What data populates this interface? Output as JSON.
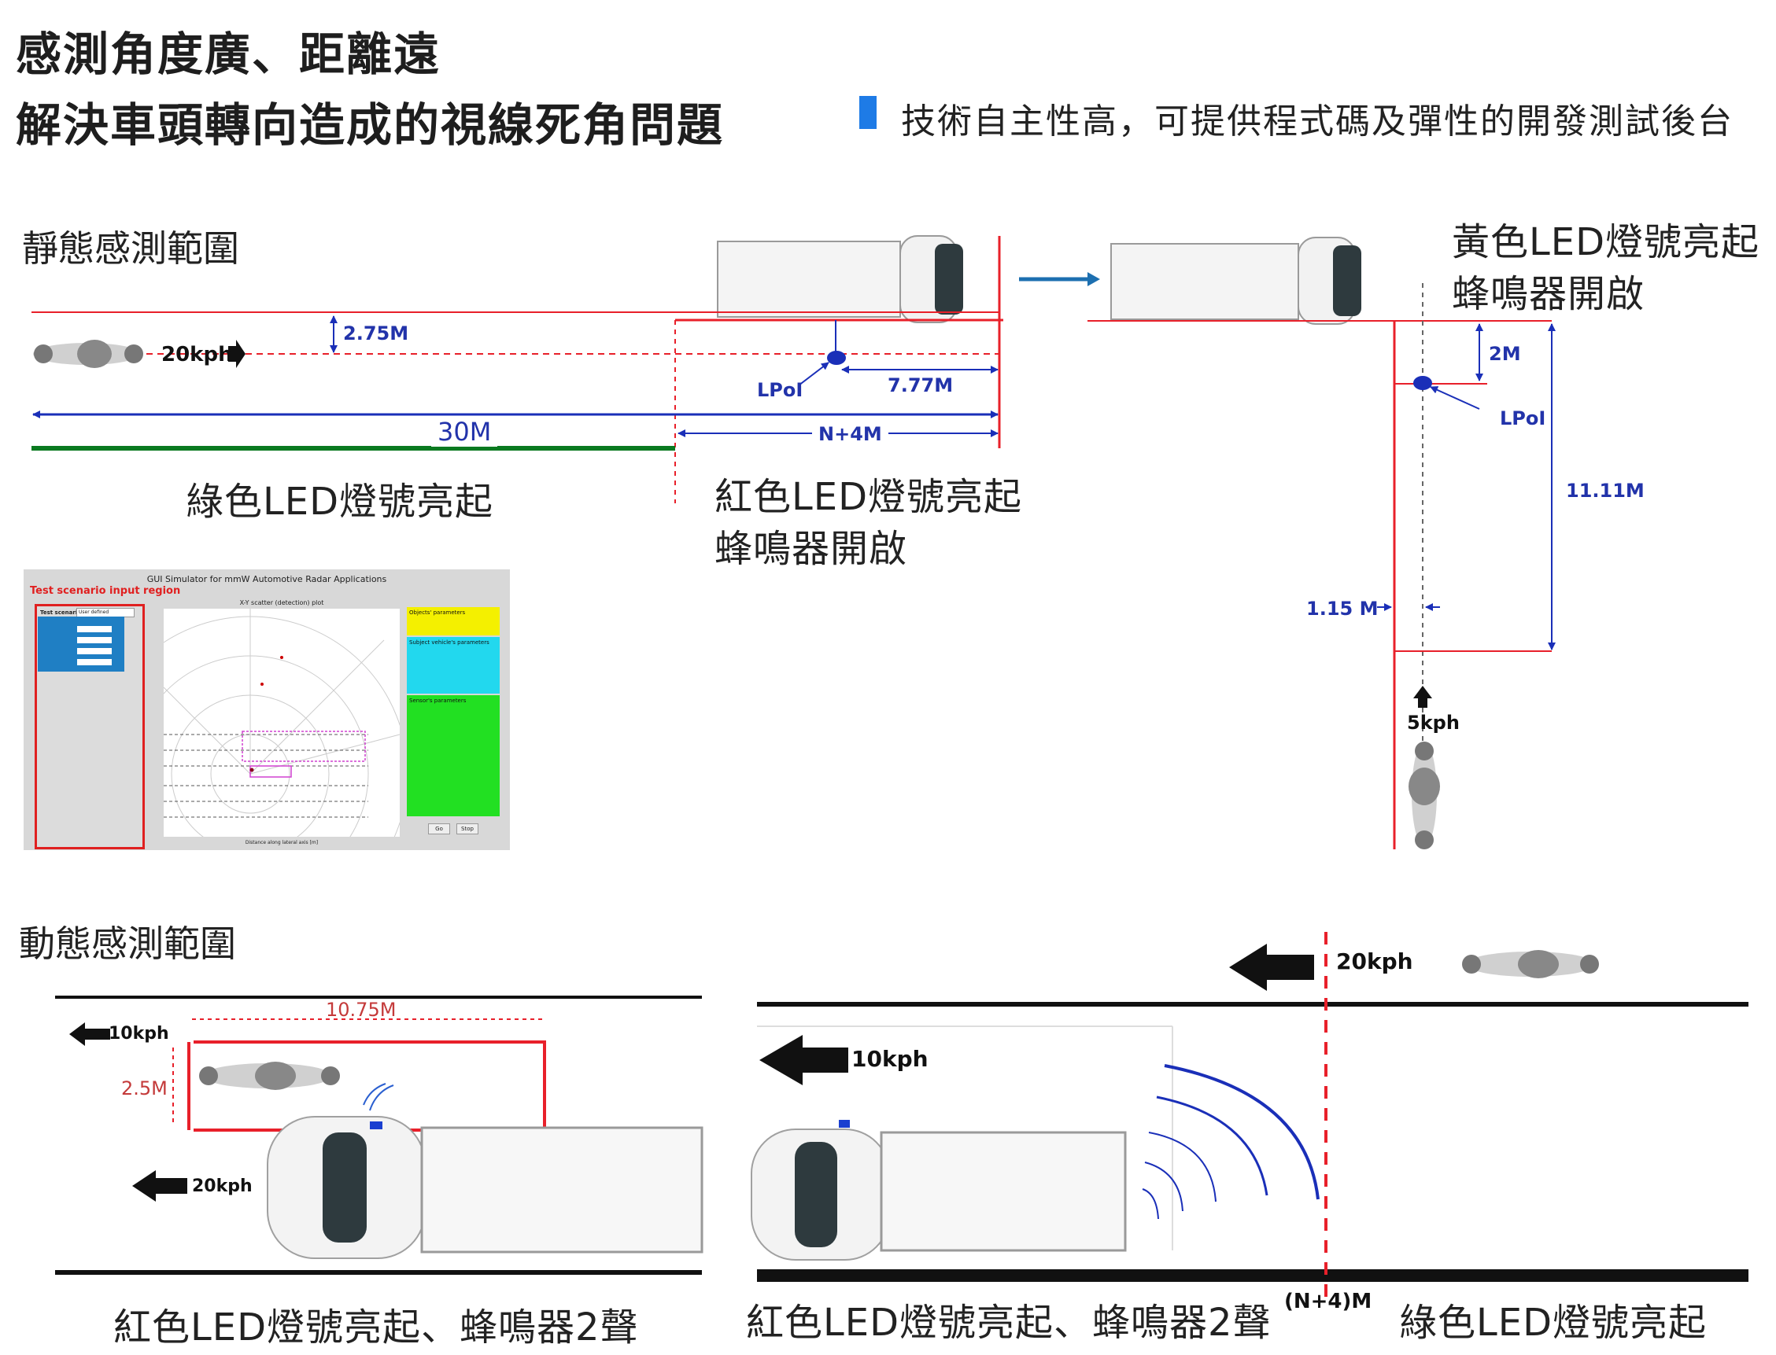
{
  "title": {
    "line1": "感測角度廣、距離遠",
    "line2": "解決車頭轉向造成的視線死角問題"
  },
  "feature": {
    "text": "技術自主性高，可提供程式碼及彈性的開發測試後台",
    "accent": "#1e7be6"
  },
  "static": {
    "section": "靜態感測範圍",
    "speed_moto": "20kph",
    "dim_275": "2.75M",
    "dim_777": "7.77M",
    "lpoi": "LPoI",
    "dim_30": "30M",
    "dim_n4": "N+4M",
    "green_led": "綠色LED燈號亮起",
    "red_led": "紅色LED燈號亮起",
    "buzzer_on": "蜂鳴器開啟"
  },
  "turn": {
    "yellow_led": "黃色LED燈號亮起",
    "buzzer_on": "蜂鳴器開啟",
    "dim_2": "2M",
    "lpoi": "LPoI",
    "dim_1111": "11.11M",
    "dim_115": "1.15 M",
    "speed": "5kph"
  },
  "simulator": {
    "title": "GUI Simulator for mmW Automotive Radar Applications",
    "region_label": "Test scenario input region",
    "scenario_label": "Test scenario:",
    "scenario_value": "User defined",
    "plot_title": "X-Y scatter (detection) plot",
    "objects_params": "Objects' parameters",
    "subject_params": "Subject vehicle's parameters",
    "sensor_params": "Sensor's parameters",
    "go": "Go",
    "stop": "Stop",
    "xlabel": "Distance along lateral axis [m]"
  },
  "dynamic": {
    "section": "動態感測範圍",
    "dim_1075": "10.75M",
    "dim_25": "2.5M",
    "speed_10_left": "10kph",
    "speed_20_left": "20kph",
    "caption_left": "紅色LED燈號亮起、蜂鳴器2聲",
    "speed_20_right": "20kph",
    "speed_10_right": "10kph",
    "caption_mid": "紅色LED燈號亮起、蜂鳴器2聲",
    "n4": "(N+4)M",
    "caption_right": "綠色LED燈號亮起"
  },
  "colors": {
    "red": "#e8202a",
    "blue": "#1a2fb8",
    "green": "#0a7a20",
    "dark": "#111111"
  }
}
